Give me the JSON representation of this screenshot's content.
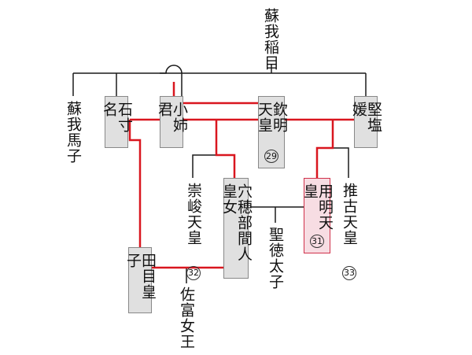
{
  "colors": {
    "line": "#1a1a1a",
    "red": "#d9161f",
    "box_fill": "#e0e0e0",
    "highlight_fill": "#f7dde3"
  },
  "nodes": {
    "soga_iname": {
      "name": "蘇我稲目"
    },
    "soga_umako": {
      "name": "蘇我馬子"
    },
    "ishikina": {
      "name": "石寸名"
    },
    "oane": {
      "name": "小姉君"
    },
    "kinmei": {
      "name": "欽明天皇",
      "number": "29"
    },
    "kitashihime": {
      "name": "堅塩媛"
    },
    "sushun": {
      "name": "崇峻天皇",
      "number": "32"
    },
    "anahobe": {
      "name": "穴穂部間人皇女"
    },
    "yomei": {
      "name": "用明天皇",
      "number": "31"
    },
    "suiko": {
      "name": "推古天皇",
      "number": "33"
    },
    "shotoku": {
      "name": "聖徳太子"
    },
    "tame": {
      "name": "田目皇子"
    },
    "sakuraime": {
      "name": "佐富女王"
    }
  }
}
